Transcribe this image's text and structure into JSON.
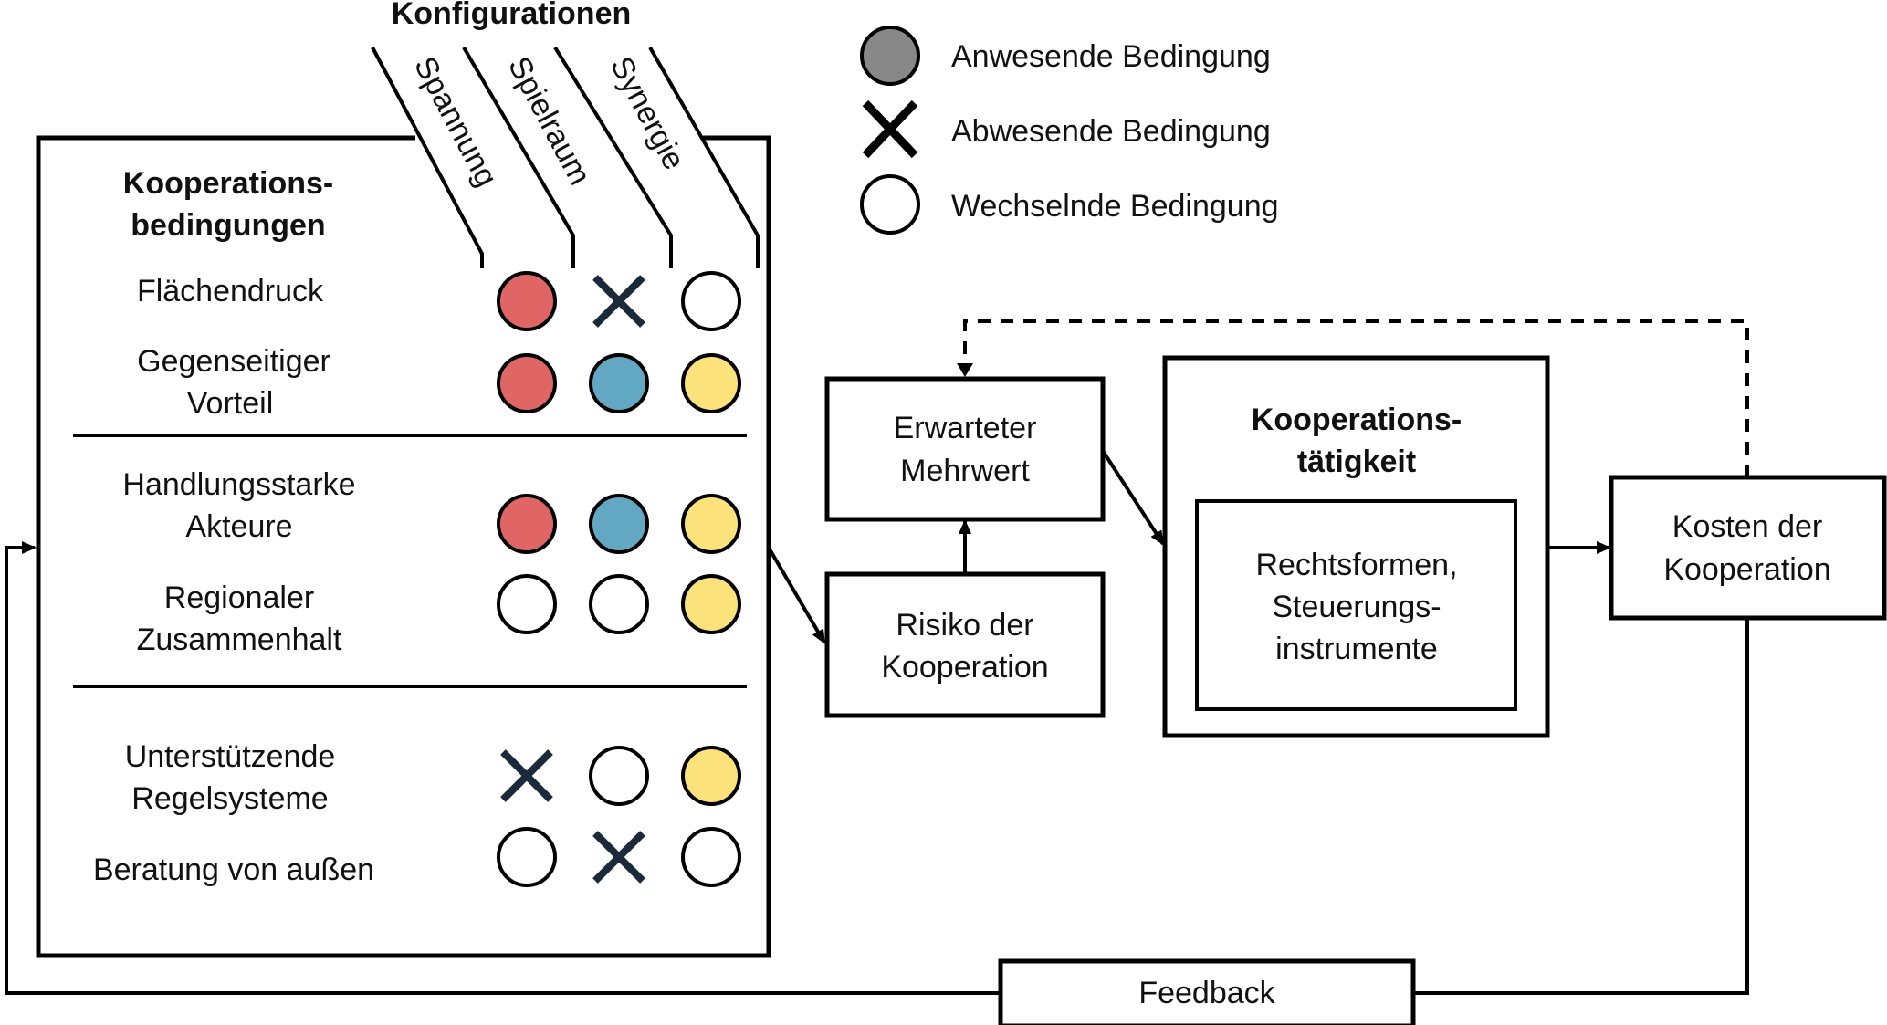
{
  "colors": {
    "present": "#888888",
    "tension": "#e06666",
    "leeway": "#62a8c2",
    "synergy": "#fbe27a",
    "empty": "#ffffff"
  },
  "configurations": {
    "title": "Konfigurationen",
    "columns": [
      "Spannung",
      "Spielraum",
      "Synergie"
    ]
  },
  "legend": {
    "items": [
      {
        "icon": "filled-circle",
        "label": "Anwesende Bedingung"
      },
      {
        "icon": "cross",
        "label": "Abwesende Bedingung"
      },
      {
        "icon": "empty-circle",
        "label": "Wechselnde Bedingung"
      }
    ]
  },
  "conditions": {
    "title_line1": "Kooperations-",
    "title_line2": "bedingungen",
    "rows": [
      {
        "lines": [
          "Flächendruck"
        ],
        "states": [
          "present",
          "absent",
          "varying"
        ]
      },
      {
        "lines": [
          "Gegenseitiger",
          "Vorteil"
        ],
        "states": [
          "present",
          "present",
          "present"
        ]
      },
      {
        "lines": [
          "Handlungsstarke",
          "Akteure"
        ],
        "states": [
          "present",
          "present",
          "present"
        ]
      },
      {
        "lines": [
          "Regionaler",
          "Zusammenhalt"
        ],
        "states": [
          "varying",
          "varying",
          "present"
        ]
      },
      {
        "lines": [
          "Unterstützende",
          "Regelsysteme"
        ],
        "states": [
          "absent",
          "varying",
          "present"
        ]
      },
      {
        "lines": [
          "Beratung von außen"
        ],
        "states": [
          "varying",
          "absent",
          "varying"
        ]
      }
    ]
  },
  "flow": {
    "expected_value": [
      "Erwarteter",
      "Mehrwert"
    ],
    "risk": [
      "Risiko der",
      "Kooperation"
    ],
    "activity_title": [
      "Kooperations-",
      "tätigkeit"
    ],
    "activity_inner": [
      "Rechtsformen,",
      "Steuerungs-",
      "instrumente"
    ],
    "costs": [
      "Kosten der",
      "Kooperation"
    ],
    "feedback": "Feedback"
  }
}
